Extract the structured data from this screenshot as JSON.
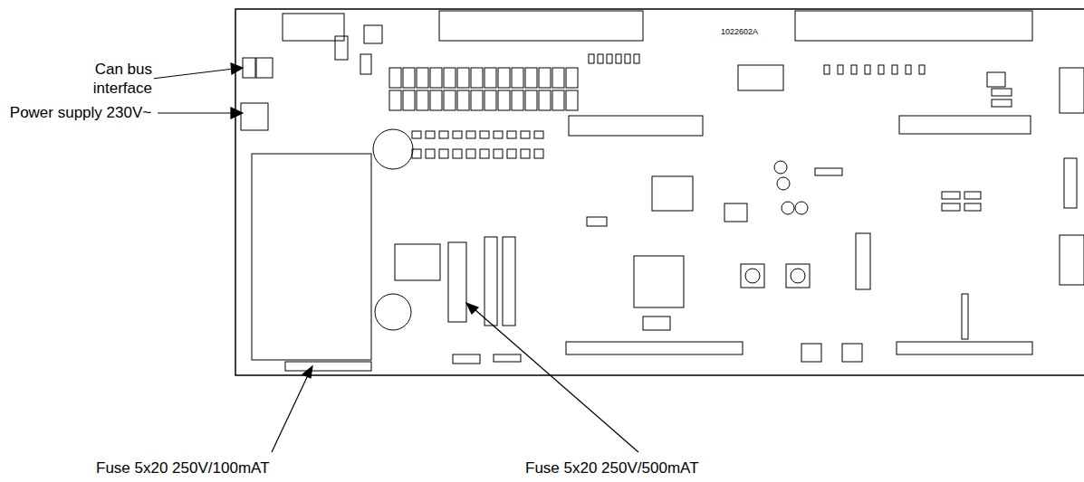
{
  "diagram": {
    "labels": [
      "Can bus interface",
      "Power supply 230V~",
      "Fuse 5x20 250V/100mAT",
      "Fuse 5x20 250V/500mAT",
      "1022602A"
    ]
  }
}
